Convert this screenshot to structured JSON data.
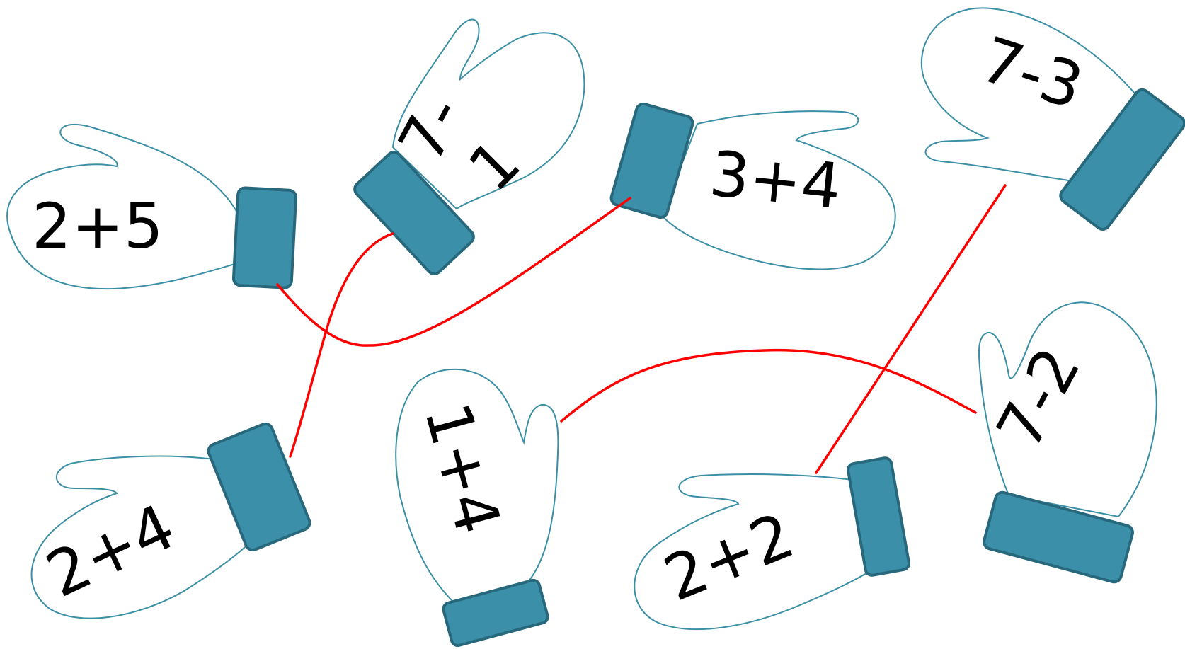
{
  "puzzle": {
    "mittens": [
      {
        "id": "m1",
        "expression": "2+5"
      },
      {
        "id": "m2",
        "expression_top": "7-",
        "expression_bottom": "1"
      },
      {
        "id": "m3",
        "expression": "3+4"
      },
      {
        "id": "m4",
        "expression": "7-3"
      },
      {
        "id": "m5",
        "expression": "2+4"
      },
      {
        "id": "m6",
        "expression": "1+4"
      },
      {
        "id": "m7",
        "expression": "2+2"
      },
      {
        "id": "m8",
        "expression": "7-2"
      }
    ],
    "thread_color": "#ff0000",
    "cuff_color": "#3b8fa8",
    "outline_color": "#3b8fa5"
  }
}
